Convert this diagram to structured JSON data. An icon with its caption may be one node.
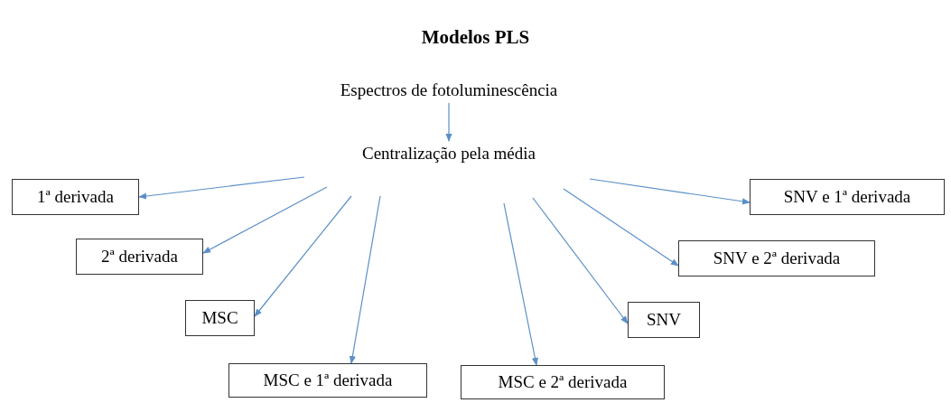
{
  "diagram": {
    "title": "Modelos PLS",
    "nodes": [
      {
        "text": [
          "Espectros de fotoluminescência"
        ]
      },
      {
        "text": [
          "Centralização pela média"
        ]
      },
      {
        "text": [
          "1ª derivada"
        ]
      },
      {
        "text": [
          "SNV e 1ª derivada"
        ]
      },
      {
        "text": [
          "2ª derivada"
        ]
      },
      {
        "text": [
          "SNV e 2ª derivada"
        ]
      },
      {
        "text": [
          "MSC"
        ]
      },
      {
        "text": [
          "SNV"
        ]
      },
      {
        "text": [
          "MSC e 1ª derivada"
        ]
      },
      {
        "text": [
          "MSC e 2ª derivada"
        ]
      }
    ],
    "edges": [
      {
        "from": 0,
        "to": 1,
        "arrow": "to"
      },
      {
        "from": 1,
        "to": 2,
        "arrow": "to"
      },
      {
        "from": 1,
        "to": 4,
        "arrow": "to"
      },
      {
        "from": 1,
        "to": 6,
        "arrow": "to"
      },
      {
        "from": 1,
        "to": 8,
        "arrow": "to"
      },
      {
        "from": 1,
        "to": 9,
        "arrow": "to"
      },
      {
        "from": 1,
        "to": 7,
        "arrow": "to"
      },
      {
        "from": 1,
        "to": 5,
        "arrow": "to"
      },
      {
        "from": 1,
        "to": 3,
        "arrow": "to"
      }
    ]
  }
}
